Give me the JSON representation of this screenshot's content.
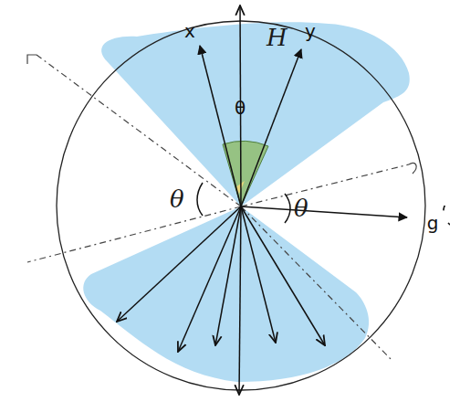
{
  "diagram": {
    "nodes": [
      {
        "text": [
          "g"
        ]
      }
    ],
    "labels": [
      "x",
      "y",
      "θ",
      "H",
      "θ",
      "θ"
    ]
  }
}
